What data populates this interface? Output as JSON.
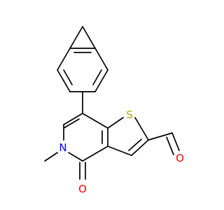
{
  "molecule": {
    "atoms": {
      "sulfur": {
        "symbol": "S",
        "color": "#b8a600"
      },
      "nitrogen": {
        "symbol": "N",
        "color": "#0000ff"
      },
      "ring_oxygen": {
        "symbol": "O",
        "color": "#ff0000"
      },
      "aldehyde_oxygen": {
        "symbol": "O",
        "color": "#ff0000"
      }
    },
    "bond_color": "#000000"
  }
}
